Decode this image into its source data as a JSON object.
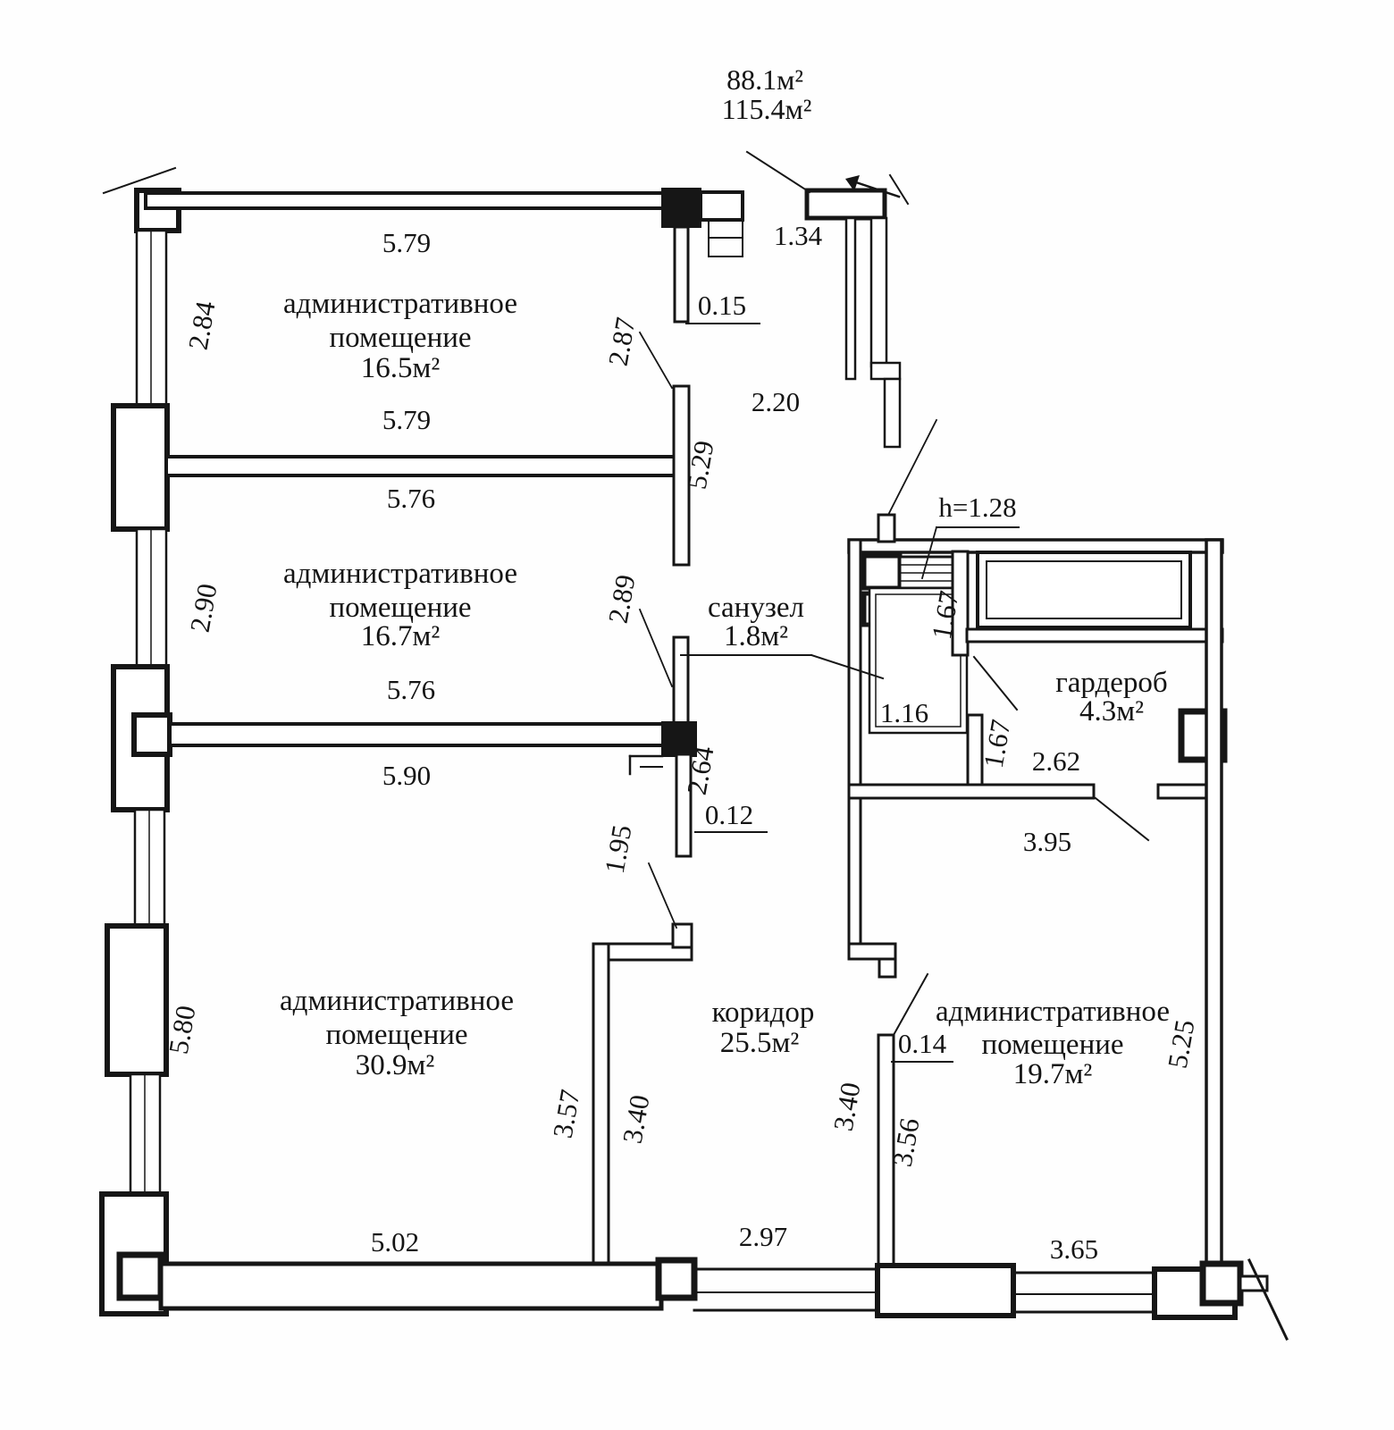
{
  "plan": {
    "totals": {
      "area1": "88.1м²",
      "area2": "115.4м²"
    },
    "rooms": {
      "admin1": {
        "line1": "административное",
        "line2": "помещение",
        "area": "16.5м²"
      },
      "admin2": {
        "line1": "административное",
        "line2": "помещение",
        "area": "16.7м²"
      },
      "admin3": {
        "line1": "административное",
        "line2": "помещение",
        "area": "30.9м²"
      },
      "admin4": {
        "line1": "административное",
        "line2": "помещение",
        "area": "19.7м²"
      },
      "corridor": {
        "line1": "коридор",
        "area": "25.5м²"
      },
      "bathroom": {
        "line1": "санузел",
        "area": "1.8м²"
      },
      "wardrobe": {
        "line1": "гардероб",
        "area": "4.3м²"
      }
    },
    "dims": {
      "room1_top": "5.79",
      "room1_left": "2.84",
      "room1_right": "2.87",
      "room1_bottom": "5.79",
      "room2_top": "5.76",
      "room2_left": "2.90",
      "room2_right": "2.89",
      "room2_bottom": "5.76",
      "below_room2": "5.90",
      "right_wall_room1": "5.29",
      "stub_015": "0.15",
      "entry_width": "1.34",
      "entry_opening": "2.20",
      "wall_264": "2.64",
      "wall_012": "0.12",
      "opening_195": "1.95",
      "niche_h": "h=1.28",
      "bath_wall_upper": "1.67",
      "bath_wall_lower": "1.67",
      "bath_width": "1.16",
      "wardrobe_width": "2.62",
      "hall_width": "3.95",
      "room3_left": "5.80",
      "room3_right": "3.57",
      "room3_bottom": "5.02",
      "corridor_left": "3.40",
      "corridor_right": "3.40",
      "corridor_bottom": "2.97",
      "door_wall_014": "0.14",
      "room4_wall": "3.56",
      "room4_right": "5.25",
      "room4_bottom": "3.65"
    }
  }
}
